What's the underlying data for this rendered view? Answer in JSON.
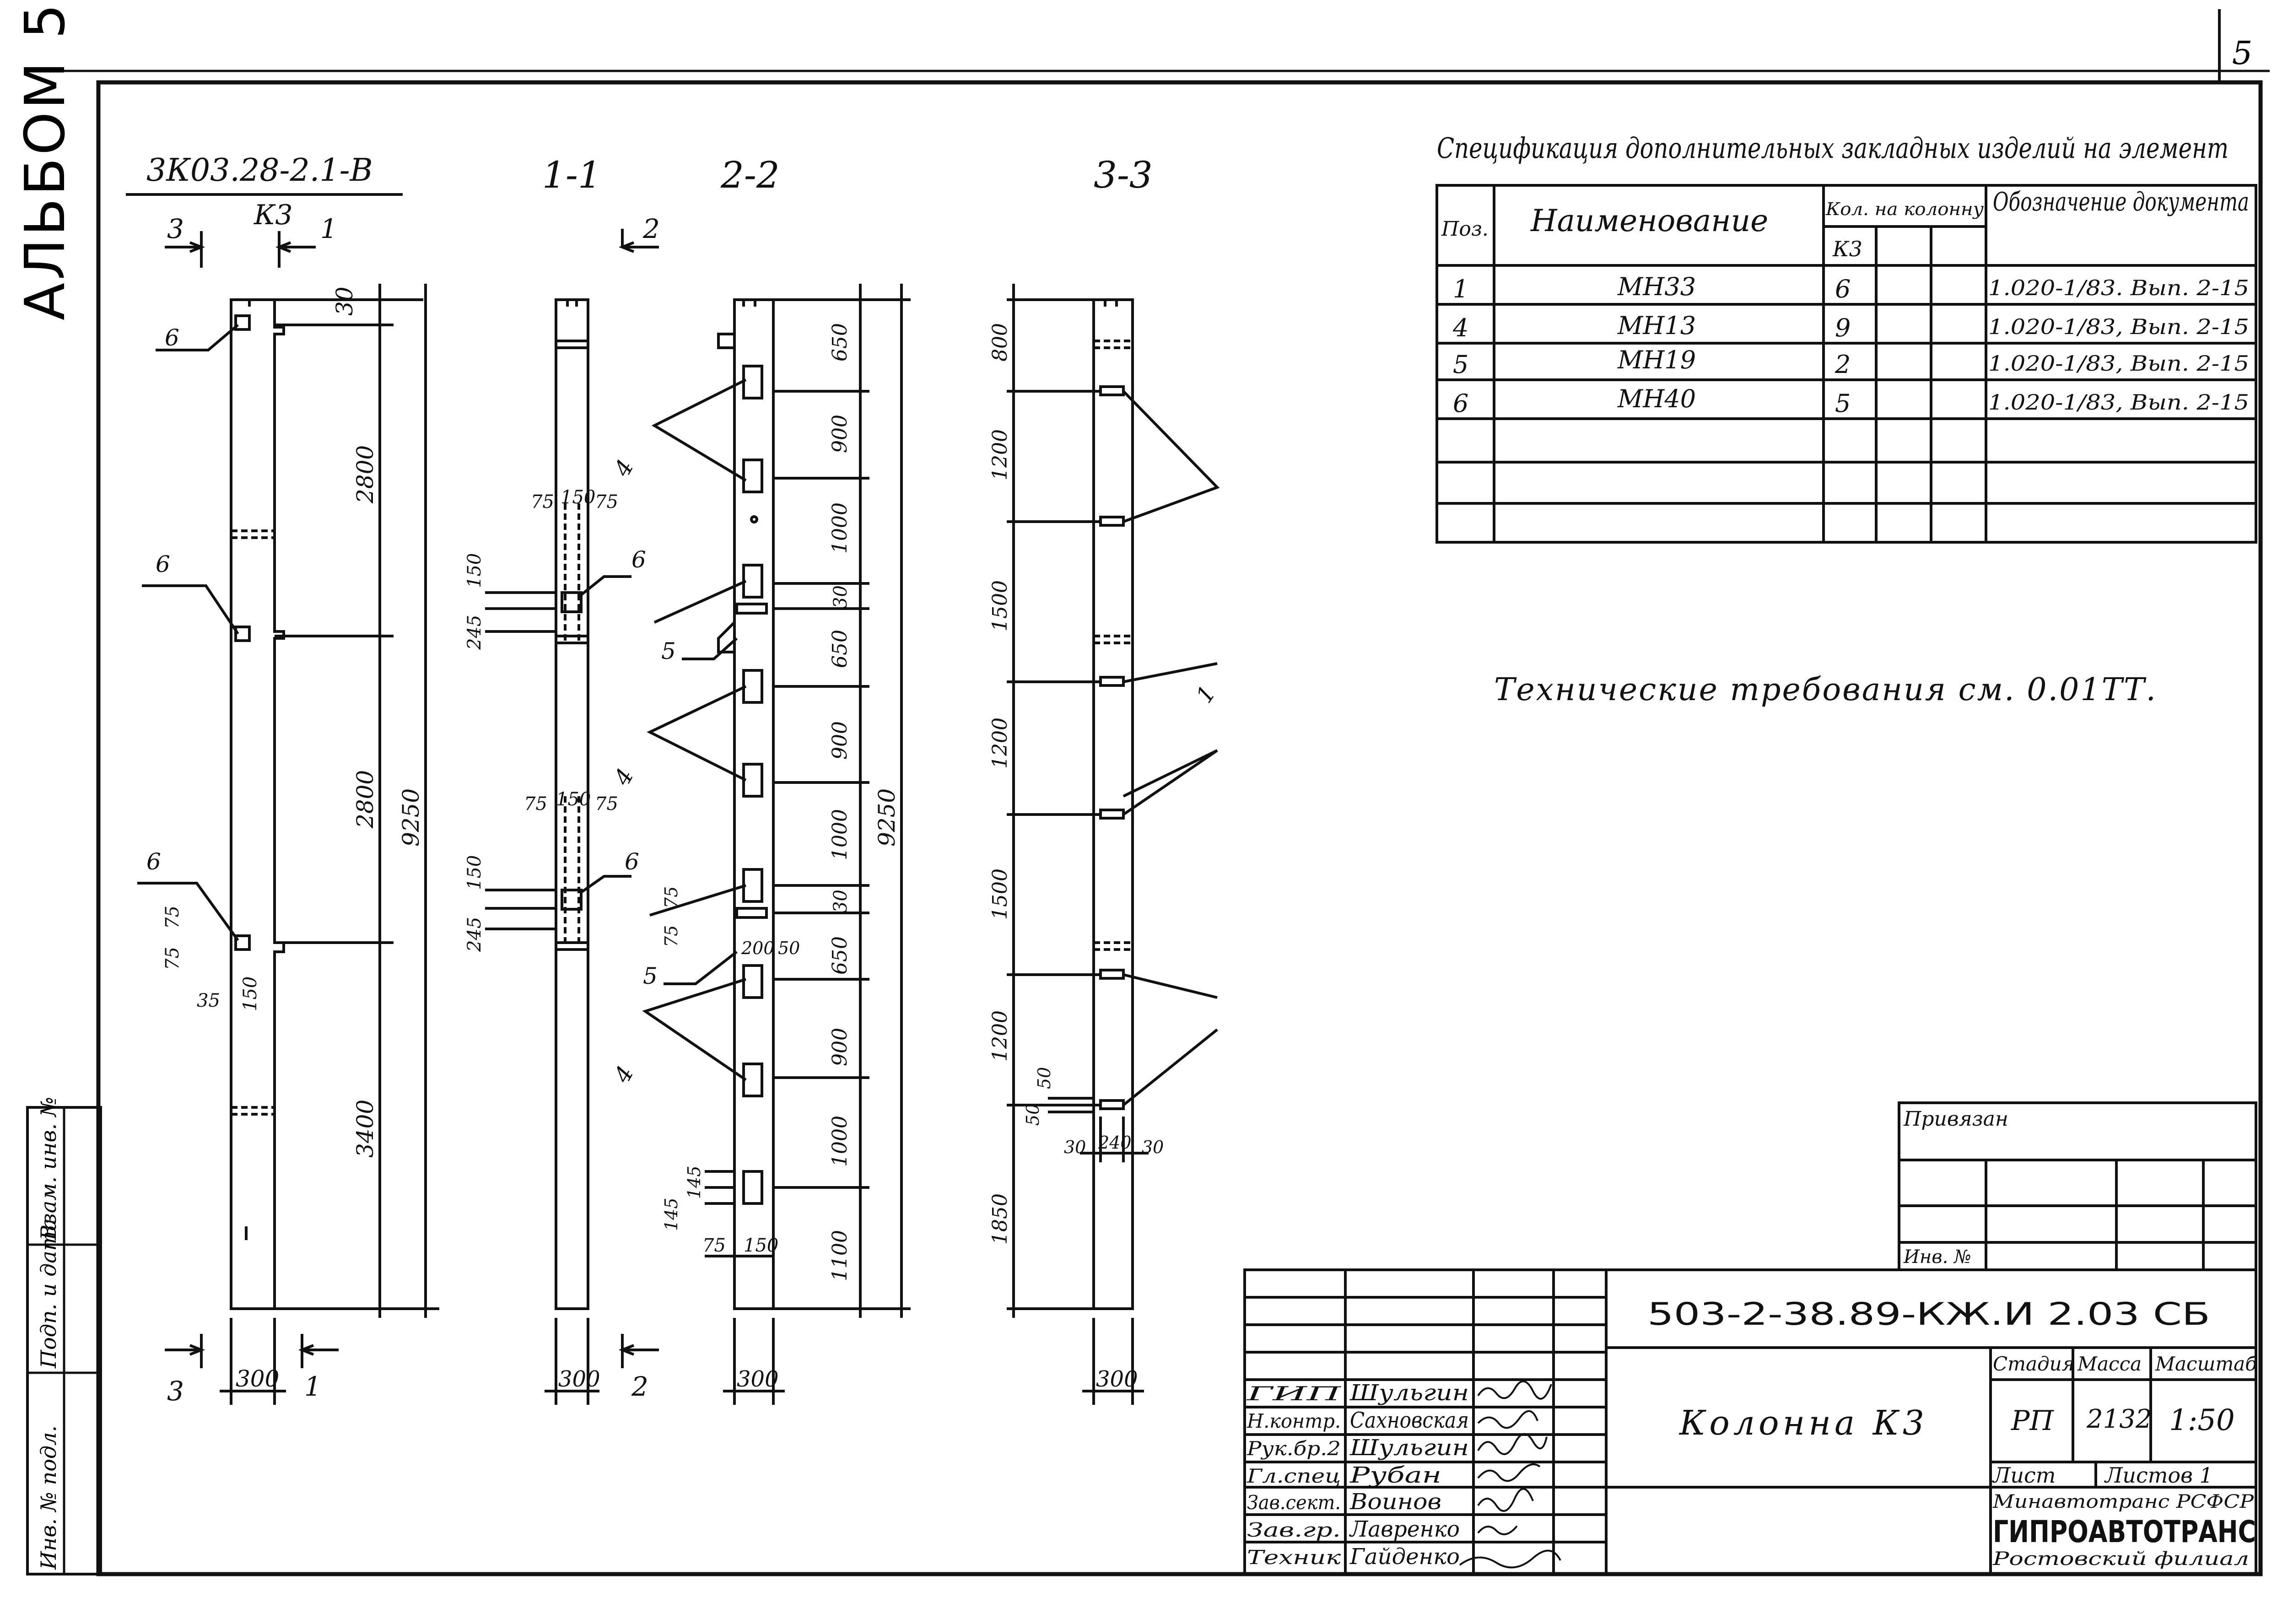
{
  "sheet_number": "5",
  "album_label": "АЛЬБОМ 5",
  "views": {
    "mark": "3К03.28-2.1-В",
    "mark_sub": "К3",
    "section_1": "1-1",
    "section_2": "2-2",
    "section_3": "3-3",
    "cut_1": "1",
    "cut_2": "2",
    "cut_3": "3"
  },
  "dims": {
    "elev_top": "30",
    "elev_2800a": "2800",
    "elev_2800b": "2800",
    "elev_3400": "3400",
    "elev_total": "9250",
    "elev_total2": "9250",
    "width_300": "300",
    "d75": "75",
    "d150": "150",
    "d35": "35",
    "d245": "245",
    "s2_650a": "650",
    "s2_900a": "900",
    "s2_1000a": "1000",
    "s2_30a": "30",
    "s2_650b": "650",
    "s2_900b": "900",
    "s2_1000b": "1000",
    "s2_30b": "30",
    "s2_650c": "650",
    "s2_900c": "900",
    "s2_1000c": "1000",
    "s2_1100": "1100",
    "s2_145": "145",
    "s2_200": "200",
    "s2_50": "50",
    "s3_800": "800",
    "s3_1200a": "1200",
    "s3_1500a": "1500",
    "s3_1200b": "1200",
    "s3_1500b": "1500",
    "s3_1200c": "1200",
    "s3_1850": "1850",
    "s3_50": "50",
    "s3_30": "30",
    "s3_240": "240"
  },
  "callouts": [
    "1",
    "4",
    "5",
    "6"
  ],
  "spec": {
    "title": "Спецификация дополнительных закладных изделий на элемент",
    "headers": {
      "pos": "Поз.",
      "name": "Наименование",
      "qty": "Кол. на колонну",
      "qty_sub": "К3",
      "doc": "Обозначение документа"
    },
    "rows": [
      {
        "pos": "1",
        "name": "МН33",
        "qty": "6",
        "doc": "1.020-1/83. Вып. 2-15"
      },
      {
        "pos": "4",
        "name": "МН13",
        "qty": "9",
        "doc": "1.020-1/83, Вып. 2-15"
      },
      {
        "pos": "5",
        "name": "МН19",
        "qty": "2",
        "doc": "1.020-1/83, Вып. 2-15"
      },
      {
        "pos": "6",
        "name": "МН40",
        "qty": "5",
        "doc": "1.020-1/83, Вып. 2-15"
      }
    ]
  },
  "tech_note": "Технические требования см. 0.01ТТ.",
  "privyazan": {
    "label": "Привязан",
    "inv_label": "Инв. №"
  },
  "title_block": {
    "code": "503-2-38.89-КЖ.И 2.03 СБ",
    "object_name": "Колонна К3",
    "stage_label": "Стадия",
    "mass_label": "Масса",
    "scale_label": "Масштаб",
    "stage": "РП",
    "mass": "2132",
    "scale": "1:50",
    "sheet_label": "Лист",
    "sheets_label": "Листов 1",
    "ministry": "Минавтотранс РСФСР",
    "org": "ГИПРОАВТОТРАНС",
    "branch": "Ростовский филиал",
    "staff": [
      {
        "role": "ГИП",
        "name": "Шульгин"
      },
      {
        "role": "Н.контр.",
        "name": "Сахновская"
      },
      {
        "role": "Рук.бр.2",
        "name": "Шульгин"
      },
      {
        "role": "Гл.спец",
        "name": "Рубан"
      },
      {
        "role": "Зав.сект.",
        "name": "Воинов"
      },
      {
        "role": "Зав.гр.",
        "name": "Лавренко"
      },
      {
        "role": "Техник",
        "name": "Гайденко"
      }
    ]
  },
  "margin_stamp": [
    "Инв. № подл.",
    "Подп. и дата",
    "Взам. инв. №"
  ]
}
